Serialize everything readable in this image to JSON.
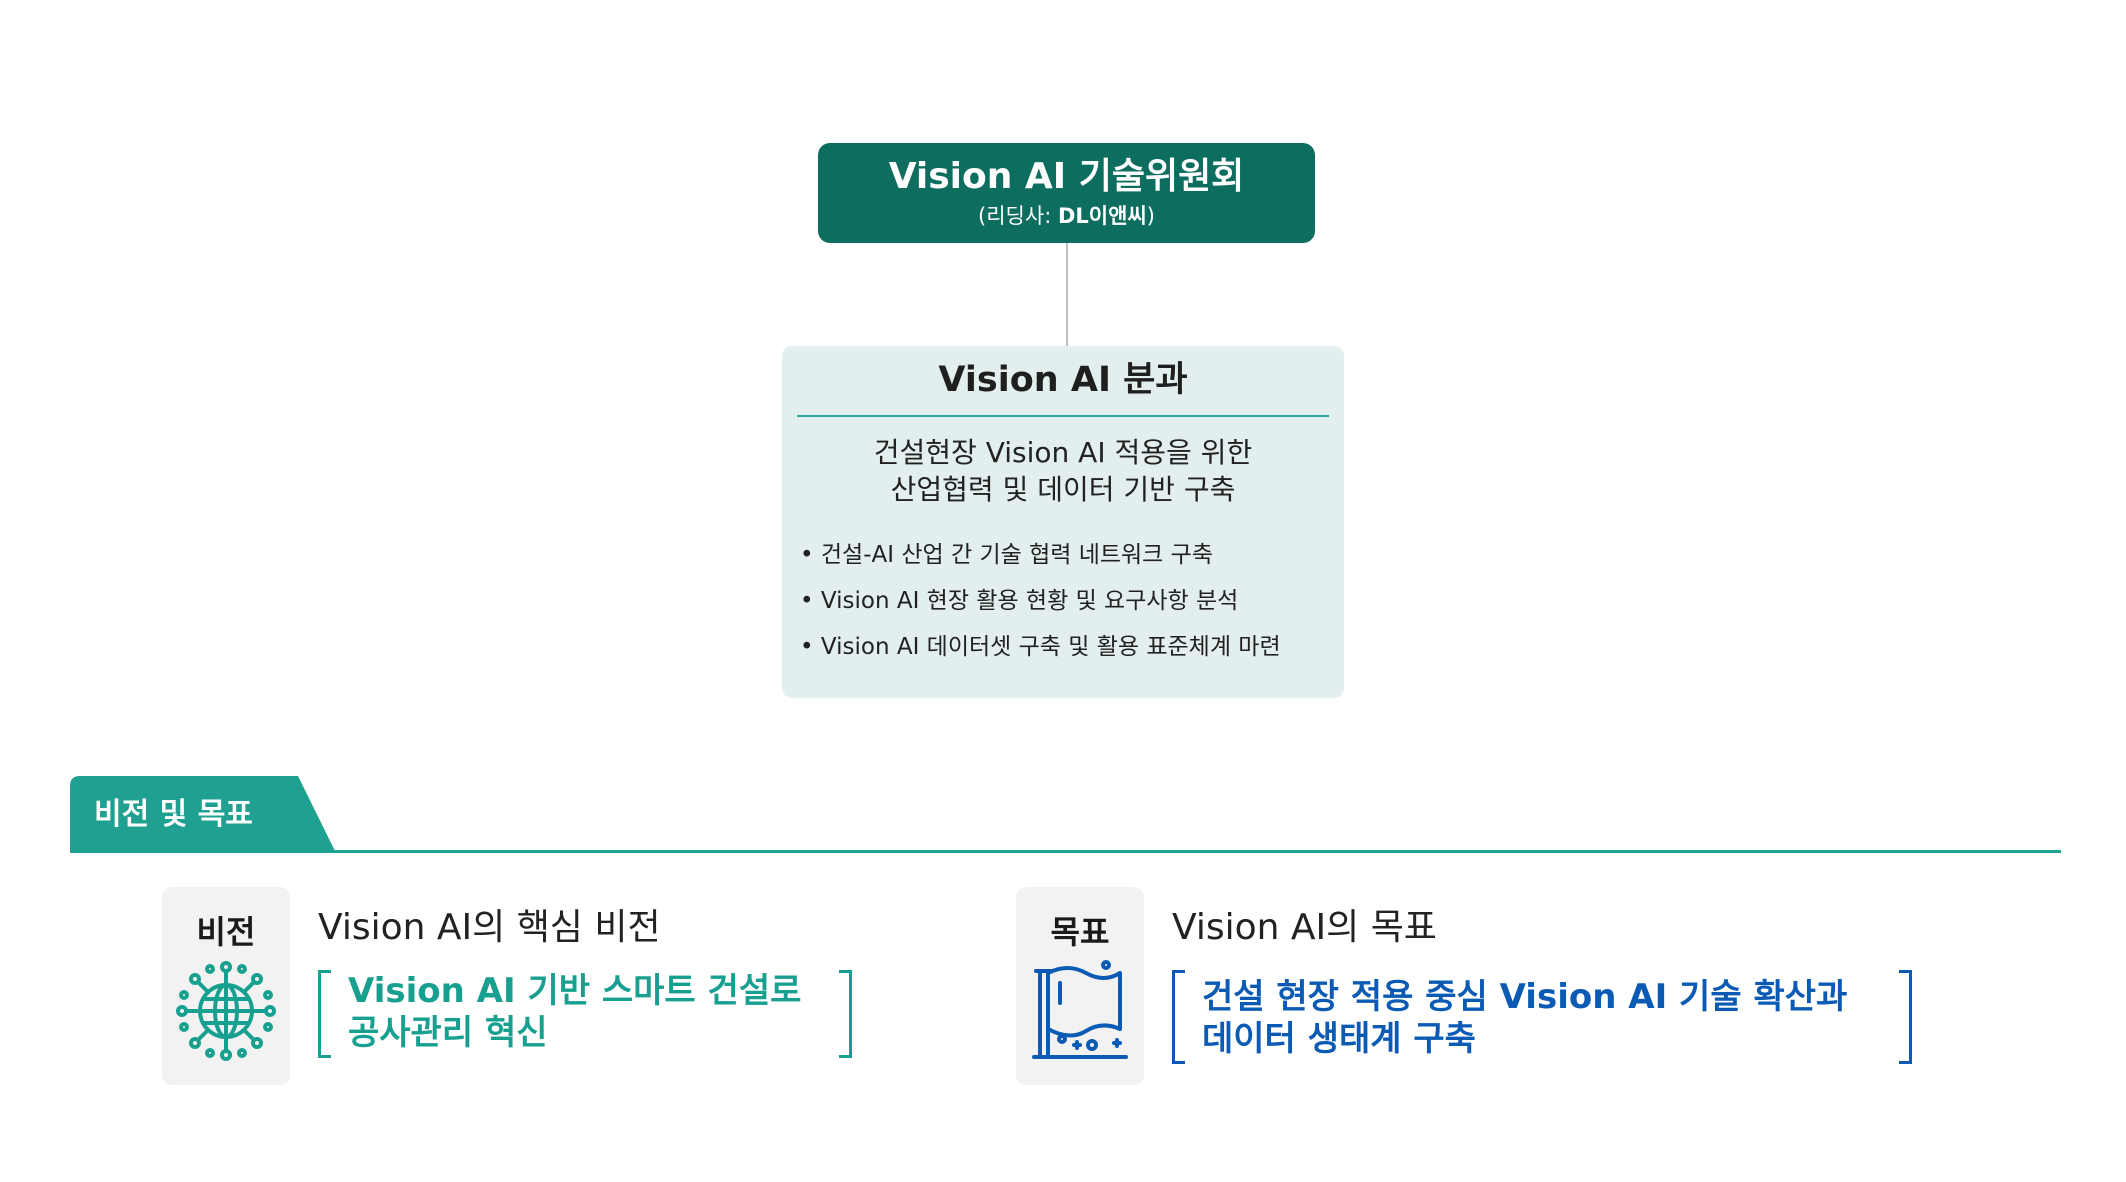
{
  "committee": {
    "title": "Vision AI 기술위원회",
    "sub_prefix": "(리딩사: ",
    "sub_company": "DL이앤씨",
    "sub_suffix": ")"
  },
  "subcommittee": {
    "title": "Vision AI 분과",
    "desc_line1": "건설현장 Vision AI 적용을 위한",
    "desc_line2": "산업협력 및 데이터 기반 구축",
    "bullets": [
      "건설-AI 산업 간 기술 협력 네트워크 구축",
      "Vision AI 현장 활용 현황 및 요구사항 분석",
      "Vision AI 데이터셋 구축 및 활용 표준체계 마련"
    ]
  },
  "section": {
    "label": "비전 및 목표"
  },
  "vision": {
    "caption": "비전",
    "icon": "globe-network-icon",
    "title": "Vision AI의 핵심 비전",
    "line1": "Vision AI 기반 스마트 건설로",
    "line2": "공사관리 혁신"
  },
  "goal": {
    "caption": "목표",
    "icon": "flag-icon",
    "title": "Vision AI의 목표",
    "line1": "건설 현장 적용 중심 Vision AI 기술 확산과",
    "line2": "데이터 생태계 구축"
  },
  "colors": {
    "committee_bg": "#0d6e5f",
    "subcommittee_bg": "#e3eeee",
    "accent_teal": "#1fa090",
    "vision_text": "#17a08f",
    "goal_text": "#0b5bb5"
  }
}
